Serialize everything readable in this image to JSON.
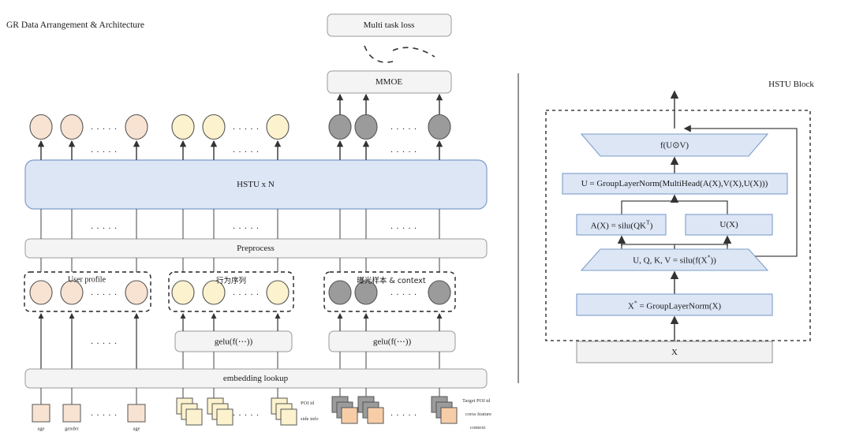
{
  "page": {
    "title": "GR Data Arrangement & Architecture",
    "right_panel_title": "HSTU Block",
    "colors": {
      "peach": "#F8E3D3",
      "yellow": "#FCF2CE",
      "gray": "#9B9B9B",
      "blue_fill": "#DCE6F5",
      "blue_stroke": "#7E9DC9",
      "gray_fill": "#F2F2F2",
      "gray_stroke": "#9A9A9A",
      "orange": "#F7CDA8",
      "stroke_dark": "#4D4D4D"
    }
  },
  "left": {
    "multi_task_loss": "Multi task loss",
    "mmoe": "MMOE",
    "hstu": "HSTU x N",
    "preprocess": "Preprocess",
    "embedding_lookup": "embedding lookup",
    "gelu_left": "gelu(f(⋯))",
    "gelu_right": "gelu(f(⋯))",
    "groups": [
      {
        "name": "User profile",
        "color": "peach"
      },
      {
        "name": "行为序列",
        "color": "yellow"
      },
      {
        "name": "曝光样本 & context",
        "color": "gray"
      }
    ],
    "ellipsis": ". . . . .",
    "feature_labels_user": [
      "age",
      "gender",
      "age"
    ],
    "feature_labels_behavior": [
      "POI id",
      "side info"
    ],
    "feature_labels_target": [
      "Target POI id",
      "corss feature",
      "context"
    ]
  },
  "right": {
    "title": "HSTU Block",
    "nodes": {
      "output_gate": "f(U⊙V)",
      "group_layer_norm_multihead": "U = GroupLayerNorm(MultiHead(A(X),V(X),U(X)))",
      "attention": "A(X) = silu(QK",
      "attention_sup": "T",
      "attention_tail": ")",
      "uofx": "U(X)",
      "projection_head": "U, Q, K, V = silu(f(X",
      "projection_sup": "*",
      "projection_tail": "))",
      "norm_pre": "X",
      "norm_pre_sup": "*",
      "norm_pre_tail": " = GroupLayerNorm(X)",
      "input": "X"
    }
  }
}
